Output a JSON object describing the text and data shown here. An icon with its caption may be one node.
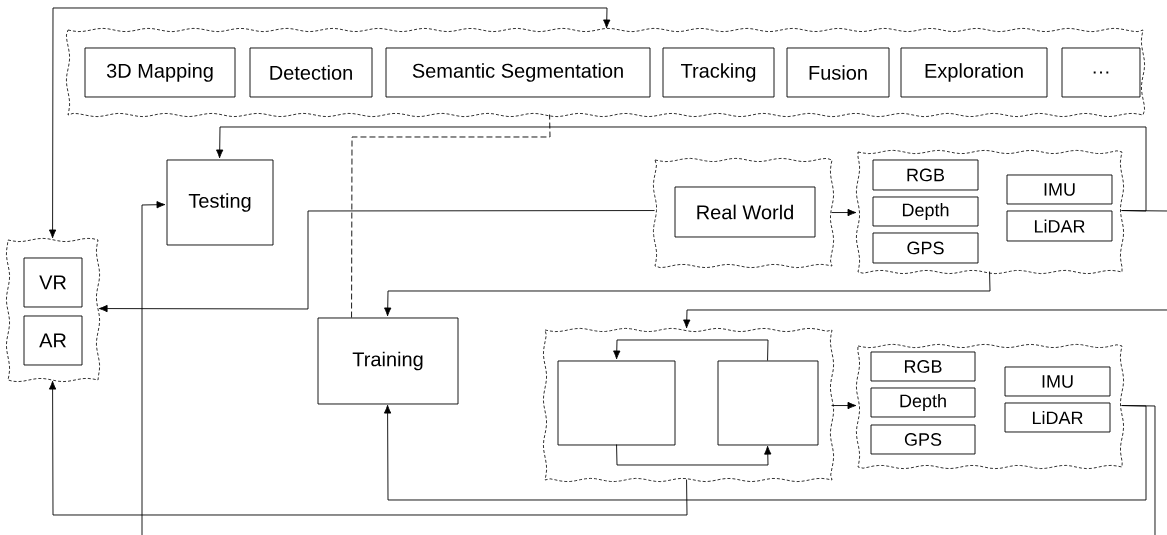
{
  "diagram": {
    "nodes": [
      {
        "text": [],
        "shape": "box"
      },
      {
        "text": [
          "3D Mapping"
        ],
        "in": 0
      },
      {
        "text": [
          "Detection"
        ],
        "in": 0
      },
      {
        "text": [
          "Semantic Segmentation"
        ],
        "in": 0
      },
      {
        "text": [
          "Tracking"
        ],
        "in": 0
      },
      {
        "text": [
          "Fusion"
        ],
        "in": 0
      },
      {
        "text": [
          "Exploration"
        ],
        "in": 0
      },
      {
        "text": [
          "…"
        ],
        "in": 0
      },
      {
        "text": [
          "Testing"
        ]
      },
      {
        "text": [],
        "shape": "box"
      },
      {
        "text": [
          "Real World"
        ],
        "in": 9
      },
      {
        "text": [],
        "shape": "box"
      },
      {
        "text": [
          "RGB"
        ],
        "in": 11
      },
      {
        "text": [
          "Depth"
        ],
        "in": 11
      },
      {
        "text": [
          "GPS"
        ],
        "in": 11
      },
      {
        "text": [
          "IMU"
        ],
        "in": 11
      },
      {
        "text": [
          "LiDAR"
        ],
        "in": 11
      },
      {
        "text": [],
        "shape": "box"
      },
      {
        "text": [
          "VR"
        ],
        "in": 17
      },
      {
        "text": [
          "AR"
        ],
        "in": 17
      },
      {
        "text": [
          "Training"
        ]
      },
      {
        "text": [],
        "shape": "box"
      },
      {
        "text": [],
        "shape": "box",
        "in": 21
      },
      {
        "text": [],
        "shape": "box",
        "in": 21
      },
      {
        "text": [],
        "shape": "box"
      },
      {
        "text": [
          "RGB"
        ],
        "in": 24
      },
      {
        "text": [
          "Depth"
        ],
        "in": 24
      },
      {
        "text": [
          "GPS"
        ],
        "in": 24
      },
      {
        "text": [
          "IMU"
        ],
        "in": 24
      },
      {
        "text": [
          "LiDAR"
        ],
        "in": 24
      }
    ],
    "edges": [
      {
        "from": 0,
        "to": 17,
        "arrow": "both"
      },
      {
        "from": 11,
        "to": 8,
        "arrow": "to"
      },
      {
        "from": 11,
        "to": null,
        "arrow": "none"
      },
      {
        "from": 20,
        "to": 0,
        "arrow": "none",
        "style": "dashed"
      },
      {
        "from": 9,
        "to": 17,
        "arrow": "to"
      },
      {
        "from": 9,
        "to": 11,
        "arrow": "to"
      },
      {
        "from": 11,
        "to": 20,
        "arrow": "to"
      },
      {
        "from": null,
        "to": 21,
        "arrow": "to"
      },
      {
        "from": 23,
        "to": 22,
        "arrow": "to"
      },
      {
        "from": 22,
        "to": 23,
        "arrow": "to"
      },
      {
        "from": 21,
        "to": 24,
        "arrow": "to"
      },
      {
        "from": 24,
        "to": 20,
        "arrow": "to"
      },
      {
        "from": 24,
        "to": null,
        "arrow": "none"
      },
      {
        "from": 21,
        "to": 17,
        "arrow": "to"
      },
      {
        "from": null,
        "to": 8,
        "arrow": "to"
      }
    ]
  }
}
